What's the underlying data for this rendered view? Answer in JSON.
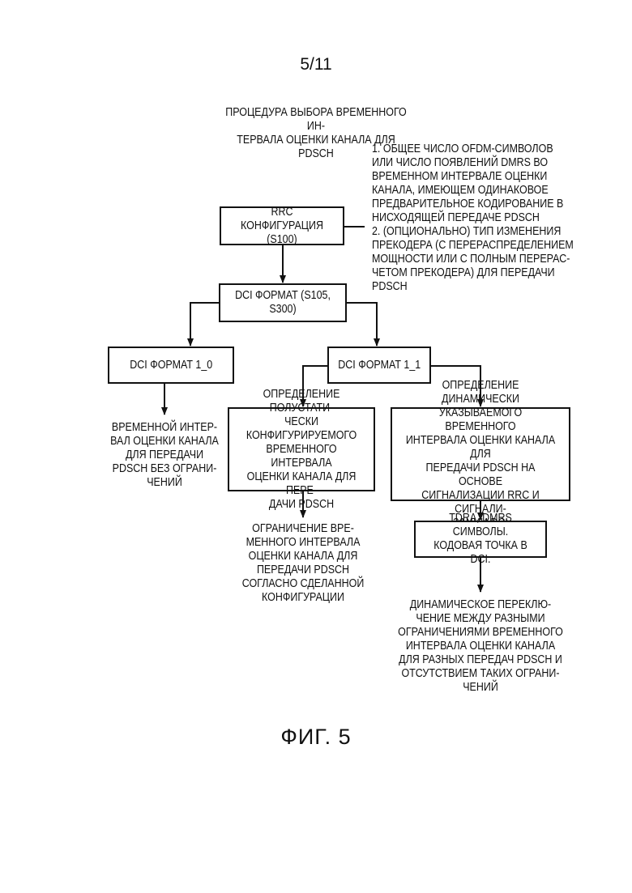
{
  "page_number": "5/11",
  "title": "ПРОЦЕДУРА ВЫБОРА ВРЕМЕННОГО ИН-\nТЕРВАЛА ОЦЕНКИ КАНАЛА ДЛЯ PDSCH",
  "rrc_note": "1. ОБЩЕЕ ЧИСЛО OFDM-СИМВОЛОВ\nИЛИ ЧИСЛО ПОЯВЛЕНИЙ DMRS ВО\nВРЕМЕННОМ ИНТЕРВАЛЕ ОЦЕНКИ\nКАНАЛА, ИМЕЮЩЕМ ОДИНАКОВОЕ\nПРЕДВАРИТЕЛЬНОЕ КОДИРОВАНИЕ В\nНИСХОДЯЩЕЙ ПЕРЕДАЧЕ PDSCH\n2. (ОПЦИОНАЛЬНО) ТИП ИЗМЕНЕНИЯ\nПРЕКОДЕРА (С ПЕРЕРАСПРЕДЕЛЕНИЕМ\nМОЩНОСТИ ИЛИ С ПОЛНЫМ ПЕРЕРАС-\nЧЕТОМ ПРЕКОДЕРА) ДЛЯ ПЕРЕДАЧИ\nPDSCH",
  "boxes": {
    "rrc": "RRC КОНФИГУРАЦИЯ\n(S100)",
    "dci": "DCI ФОРМАТ (S105, S300)",
    "dci_1_0": "DCI ФОРМАТ 1_0",
    "dci_1_1": "DCI ФОРМАТ 1_1",
    "semi_static": "ОПРЕДЕЛЕНИЕ ПОЛУСТАТИ-\nЧЕСКИ КОНФИГУРИРУЕМОГО\nВРЕМЕННОГО ИНТЕРВАЛА\nОЦЕНКИ КАНАЛА ДЛЯ ПЕРЕ-\nДАЧИ PDSCH",
    "dynamic": "ОПРЕДЕЛЕНИЕ ДИНАМИЧЕСКИ\nУКАЗЫВАЕМОГО ВРЕМЕННОГО\nИНТЕРВАЛА ОЦЕНКИ КАНАЛА ДЛЯ\nПЕРЕДАЧИ PDSCH НА ОСНОВЕ\nСИГНАЛИЗАЦИИ RRC И СИГНАЛИ-\nЗАЦИИ DCI",
    "tdra": "TDRA, DMRS СИМВОЛЫ.\nКОДОВАЯ ТОЧКА В DCI."
  },
  "results": {
    "unrestricted": "ВРЕМЕННОЙ ИНТЕР-\nВАЛ ОЦЕНКИ КАНАЛА\nДЛЯ ПЕРЕДАЧИ\nPDSCH БЕЗ ОГРАНИ-\nЧЕНИЙ",
    "restricted": "ОГРАНИЧЕНИЕ ВРЕ-\nМЕННОГО ИНТЕРВАЛА\nОЦЕНКИ КАНАЛА ДЛЯ\nПЕРЕДАЧИ PDSCH\nСОГЛАСНО СДЕЛАННОЙ\nКОНФИГУРАЦИИ",
    "dynamic_switch": "ДИНАМИЧЕСКОЕ ПЕРЕКЛЮ-\nЧЕНИЕ МЕЖДУ РАЗНЫМИ\nОГРАНИЧЕНИЯМИ ВРЕМЕННОГО\nИНТЕРВАЛА ОЦЕНКИ КАНАЛА\nДЛЯ РАЗНЫХ ПЕРЕДАЧ PDSCH И\nОТСУТСТВИЕМ ТАКИХ ОГРАНИ-\nЧЕНИЙ"
  },
  "figure_label": "ФИГ. 5"
}
